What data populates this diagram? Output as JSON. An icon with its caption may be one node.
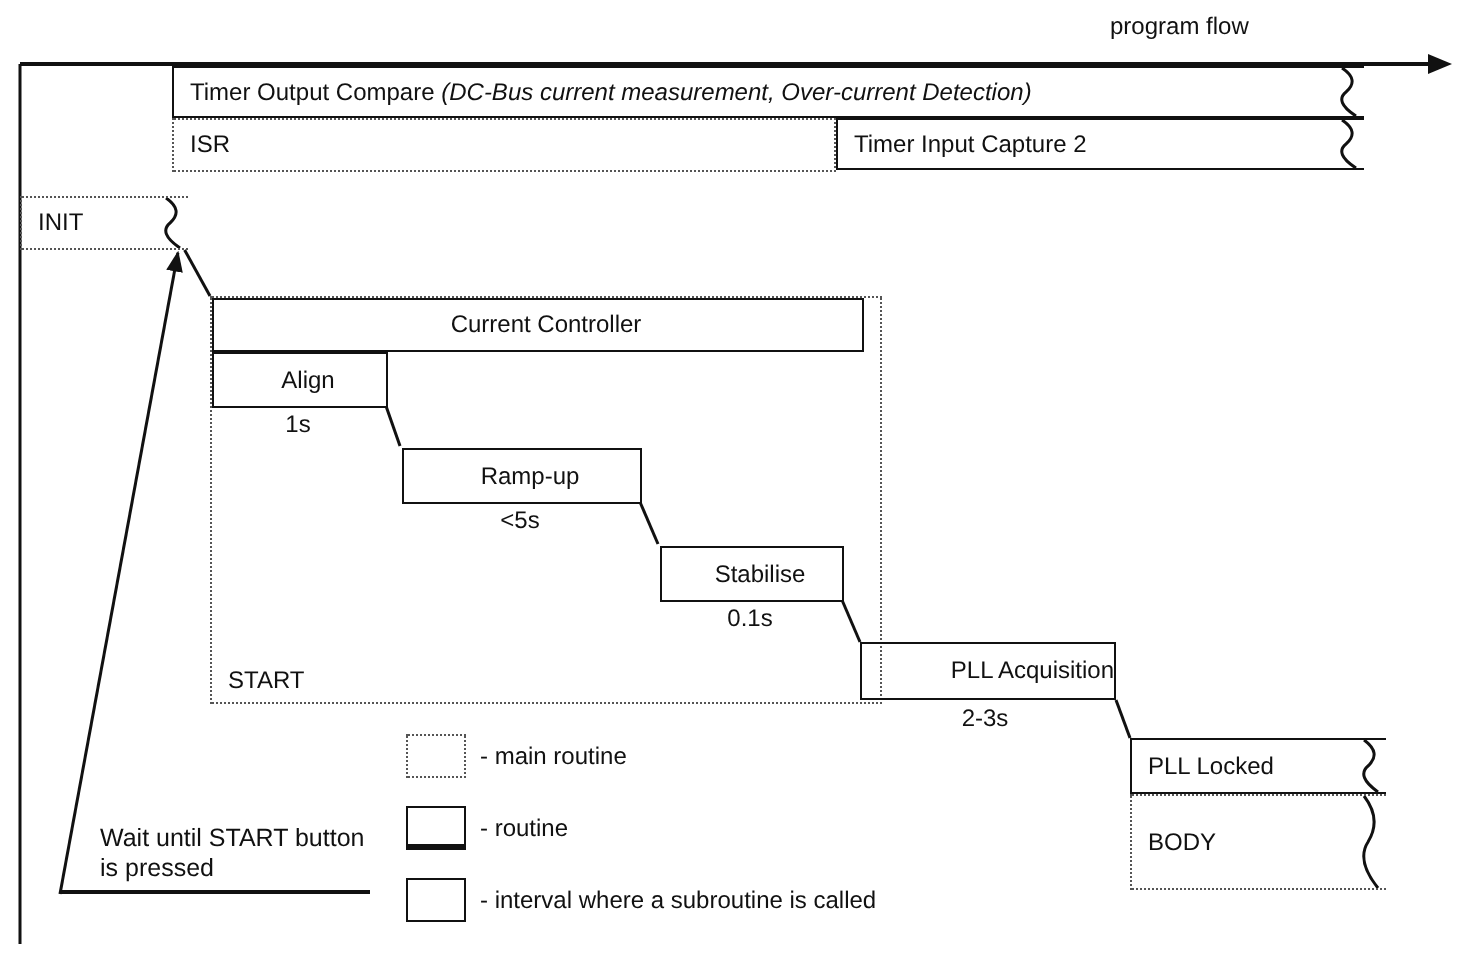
{
  "diagram": {
    "nodes": [
      {
        "text": [
          "Timer Output Compare *(DC-Bus current measurement, Over-current Detection)*"
        ]
      },
      {
        "text": [
          "ISR"
        ]
      },
      {
        "text": [
          "Timer Input Capture 2"
        ]
      },
      {
        "text": [
          "INIT"
        ]
      },
      {
        "text": [
          "START"
        ]
      },
      {
        "text": [
          "Current Controller"
        ],
        "in": 4
      },
      {
        "text": [
          "Align"
        ],
        "in": 4,
        "beside": [
          "1s"
        ]
      },
      {
        "text": [
          "Ramp-up"
        ],
        "in": 4,
        "beside": [
          "<5s"
        ]
      },
      {
        "text": [
          "Stabilise"
        ],
        "in": 4,
        "beside": [
          "0.1s"
        ]
      },
      {
        "text": [
          "PLL Acquisition"
        ],
        "beside": [
          "2-3s"
        ]
      },
      {
        "text": [
          "PLL Locked"
        ]
      },
      {
        "text": [
          "BODY"
        ]
      },
      {
        "text": [
          "Wait until START button is pressed"
        ]
      }
    ],
    "edges": [
      {
        "from": 3,
        "to": 5,
        "arrow": "none"
      },
      {
        "from": 6,
        "to": 7,
        "arrow": "none"
      },
      {
        "from": 7,
        "to": 8,
        "arrow": "none"
      },
      {
        "from": 8,
        "to": 9,
        "arrow": "none"
      },
      {
        "from": 9,
        "to": 10,
        "arrow": "none"
      },
      {
        "from": 12,
        "to": 3,
        "arrow": "to"
      }
    ],
    "labels": [
      "program flow"
    ],
    "legend": [
      {
        "text": "- main routine"
      },
      {
        "text": "- routine"
      },
      {
        "text": "- interval where a subroutine is called"
      }
    ]
  }
}
